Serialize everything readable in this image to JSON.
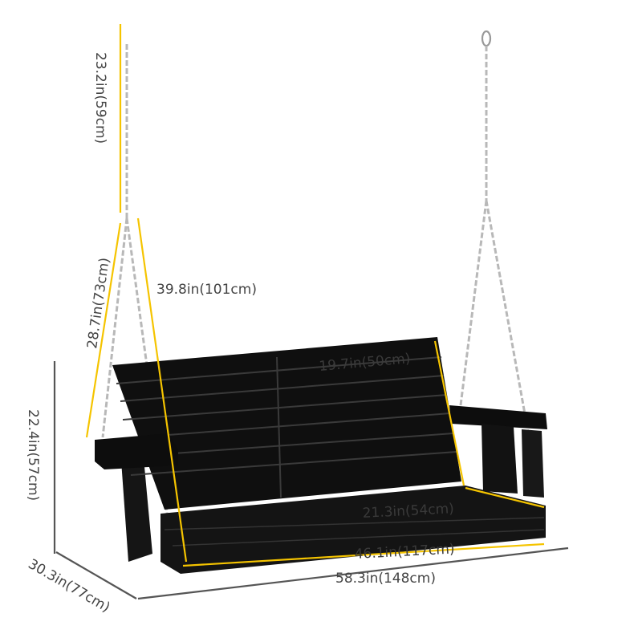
{
  "image": {
    "subject": "black wooden porch swing with silver hanging chains",
    "accent_colors": {
      "swing_body": "#111111",
      "chain": "#c8c8c8",
      "dimension_line_yellow": "#f5c400",
      "dimension_line_gray": "#555555",
      "background": "#ffffff"
    }
  },
  "dimensions": {
    "upper_chain": "23.2in(59cm)",
    "lower_chain": "28.7in(73cm)",
    "total_chain": "39.8in(101cm)",
    "backrest_height": "19.7in(50cm)",
    "overall_height": "22.4in(57cm)",
    "seat_depth": "21.3in(54cm)",
    "seat_width": "46.1in(117cm)",
    "overall_depth": "30.3in(77cm)",
    "overall_width": "58.3in(148cm)"
  }
}
